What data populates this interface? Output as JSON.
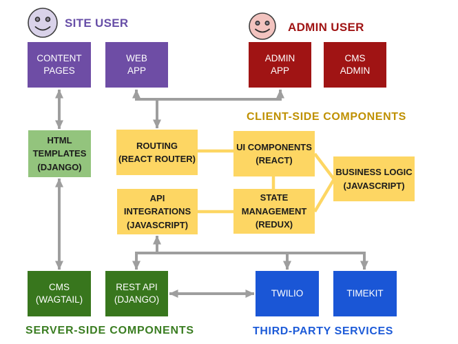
{
  "headers": {
    "site_user": "SITE USER",
    "admin_user": "ADMIN USER",
    "client_side": "CLIENT-SIDE COMPONENTS",
    "server_side": "SERVER-SIDE COMPONENTS",
    "third_party": "THIRD-PARTY SERVICES"
  },
  "nodes": {
    "content_pages": {
      "lines": [
        "CONTENT",
        "PAGES"
      ]
    },
    "web_app": {
      "lines": [
        "WEB",
        "APP"
      ]
    },
    "admin_app": {
      "lines": [
        "ADMIN",
        "APP"
      ]
    },
    "cms_admin": {
      "lines": [
        "CMS",
        "ADMIN"
      ]
    },
    "html_templates": {
      "lines": [
        "HTML",
        "TEMPLATES",
        "(DJANGO)"
      ]
    },
    "routing": {
      "lines": [
        "ROUTING",
        "(REACT ROUTER)"
      ]
    },
    "ui_components": {
      "lines": [
        "UI COMPONENTS",
        "(REACT)"
      ]
    },
    "api_integrations": {
      "lines": [
        "API",
        "INTEGRATIONS",
        "(JAVASCRIPT)"
      ]
    },
    "state_management": {
      "lines": [
        "STATE",
        "MANAGEMENT",
        "(REDUX)"
      ]
    },
    "business_logic": {
      "lines": [
        "BUSINESS LOGIC",
        "(JAVASCRIPT)"
      ]
    },
    "cms_wagtail": {
      "lines": [
        "CMS",
        "(WAGTAIL)"
      ]
    },
    "rest_api": {
      "lines": [
        "REST API",
        "(DJANGO)"
      ]
    },
    "twilio": {
      "lines": [
        "TWILIO"
      ]
    },
    "timekit": {
      "lines": [
        "TIMEKIT"
      ]
    }
  },
  "colors": {
    "purple_box": "#6e4da5",
    "red_box": "#a01414",
    "yellow_box": "#fdd663",
    "light_green_box": "#93c47d",
    "dark_green_box": "#38761d",
    "blue_box": "#1a56d6",
    "connector_yellow": "#fdd663",
    "arrow_gray": "#9e9e9e",
    "site_user_text": "#674ea7",
    "admin_user_text": "#a01414",
    "client_side_text": "#bf9000",
    "server_side_text": "#3a7d21",
    "third_party_text": "#1d5bd8",
    "site_face": "#d9d2e9",
    "admin_face": "#f2c3bf"
  }
}
